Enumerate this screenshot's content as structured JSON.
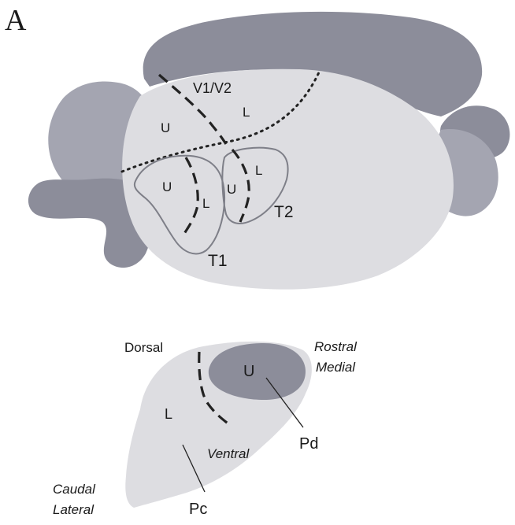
{
  "panel_label": "A",
  "brain_view": {
    "area_v1v2": "V1/V2",
    "v1_upper": "U",
    "v1_lower": "L",
    "t1_upper": "U",
    "t1_lower": "L",
    "t1_name": "T1",
    "t2_upper": "U",
    "t2_lower": "L",
    "t2_name": "T2"
  },
  "section_view": {
    "dorsal": "Dorsal",
    "rostral": "Rostral",
    "medial": "Medial",
    "upper": "U",
    "lower": "L",
    "ventral": "Ventral",
    "pd": "Pd",
    "pc": "Pc",
    "caudal": "Caudal",
    "lateral": "Lateral"
  },
  "colors": {
    "cortex_fill": "#dddde1",
    "dark_fill": "#8c8d9a",
    "mid_fill": "#a4a5b1",
    "outline": "#6f7078",
    "line": "#222222"
  }
}
